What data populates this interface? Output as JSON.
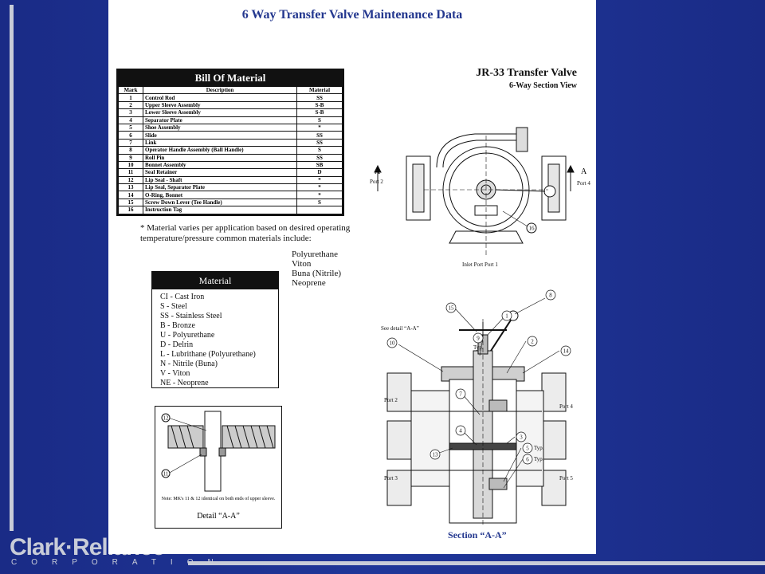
{
  "sheet": {
    "title": "6 Way Transfer Valve Maintenance Data",
    "valve_title": "JR-33 Transfer Valve",
    "valve_subtitle": "6-Way Section View"
  },
  "bom": {
    "title": "Bill Of Material",
    "headers": [
      "Mark",
      "Description",
      "Material"
    ],
    "rows": [
      [
        "1",
        "Control Rod",
        "SS"
      ],
      [
        "2",
        "Upper Sleeve Assembly",
        "S-B"
      ],
      [
        "3",
        "Lower Sleeve Assembly",
        "S-B"
      ],
      [
        "4",
        "Separator Plate",
        "S"
      ],
      [
        "5",
        "Shoe Assembly",
        "*"
      ],
      [
        "6",
        "Slide",
        "SS"
      ],
      [
        "7",
        "Link",
        "SS"
      ],
      [
        "8",
        "Operator Handle Assembly (Ball Handle)",
        "S"
      ],
      [
        "9",
        "Roll Pin",
        "SS"
      ],
      [
        "10",
        "Bonnet Assembly",
        "SB"
      ],
      [
        "11",
        "Seal Retainer",
        "D"
      ],
      [
        "12",
        "Lip Seal - Shaft",
        "*"
      ],
      [
        "13",
        "Lip Seal, Separator Plate",
        "*"
      ],
      [
        "14",
        "O-Ring, Bonnet",
        "*"
      ],
      [
        "15",
        "Screw Down Lever (Tee Handle)",
        "S"
      ],
      [
        "16",
        "Instruction Tag",
        ""
      ]
    ]
  },
  "note": {
    "text": "* Material varies per application based on desired operating temperature/pressure common materials include:",
    "items": [
      "Polyurethane",
      "Viton",
      "Buna (Nitrile)",
      "Neoprene"
    ]
  },
  "legend": {
    "title": "Material",
    "items": [
      "CI - Cast Iron",
      "S - Steel",
      "SS - Stainless Steel",
      "B - Bronze",
      "U - Polyurethane",
      "D - Delrin",
      "L - Lubrithane (Polyurethane)",
      "N - Nitrile (Buna)",
      "V - Viton",
      "NE - Neoprene"
    ]
  },
  "detail": {
    "note": "Note: MK's 11 & 12 identical on both ends of upper sleeve.",
    "caption": "Detail “A-A”",
    "callouts": [
      "12",
      "11"
    ]
  },
  "top_view": {
    "left_arrow": "A",
    "left_port": "Port 2",
    "right_arrow": "A",
    "right_port": "Port 4",
    "inlet": "Inlet Port Port 1",
    "callout": "16"
  },
  "section_view": {
    "caption": "Section “A-A”",
    "see_detail": "See detail “A-A”",
    "typ": "Typ.",
    "ports": [
      "Port 2",
      "Port 4",
      "Port 3",
      "Port 5"
    ],
    "callouts": [
      "15",
      "1",
      "8",
      "9",
      "10",
      "2",
      "14",
      "7",
      "4",
      "3",
      "5",
      "6",
      "13"
    ]
  },
  "logo": {
    "name": "Clark·Reliance",
    "sub": "CORPORATION"
  },
  "colors": {
    "background": "#1f3699",
    "title": "#24388f",
    "sheet": "#ffffff"
  }
}
